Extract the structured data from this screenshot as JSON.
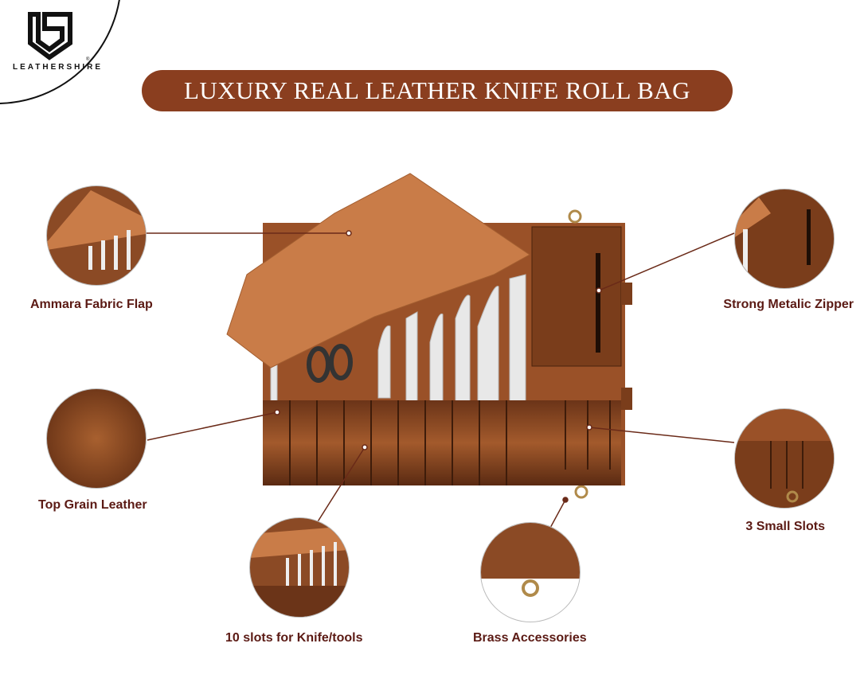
{
  "brand": {
    "name": "LEATHERSHIRE",
    "reg": "®"
  },
  "title": "LUXURY REAL LEATHER KNIFE ROLL BAG",
  "callouts": [
    {
      "label": "Ammara Fabric Flap"
    },
    {
      "label": "Top Grain Leather"
    },
    {
      "label": "Strong Metalic Zipper"
    },
    {
      "label": "3 Small Slots"
    },
    {
      "label": "10 slots for Knife/tools"
    },
    {
      "label": "Brass Accessories"
    }
  ],
  "colors": {
    "title_bg": "#8a3e1f",
    "label": "#5b1a14",
    "leather": "#8b4a25",
    "flap": "#c97c48"
  }
}
